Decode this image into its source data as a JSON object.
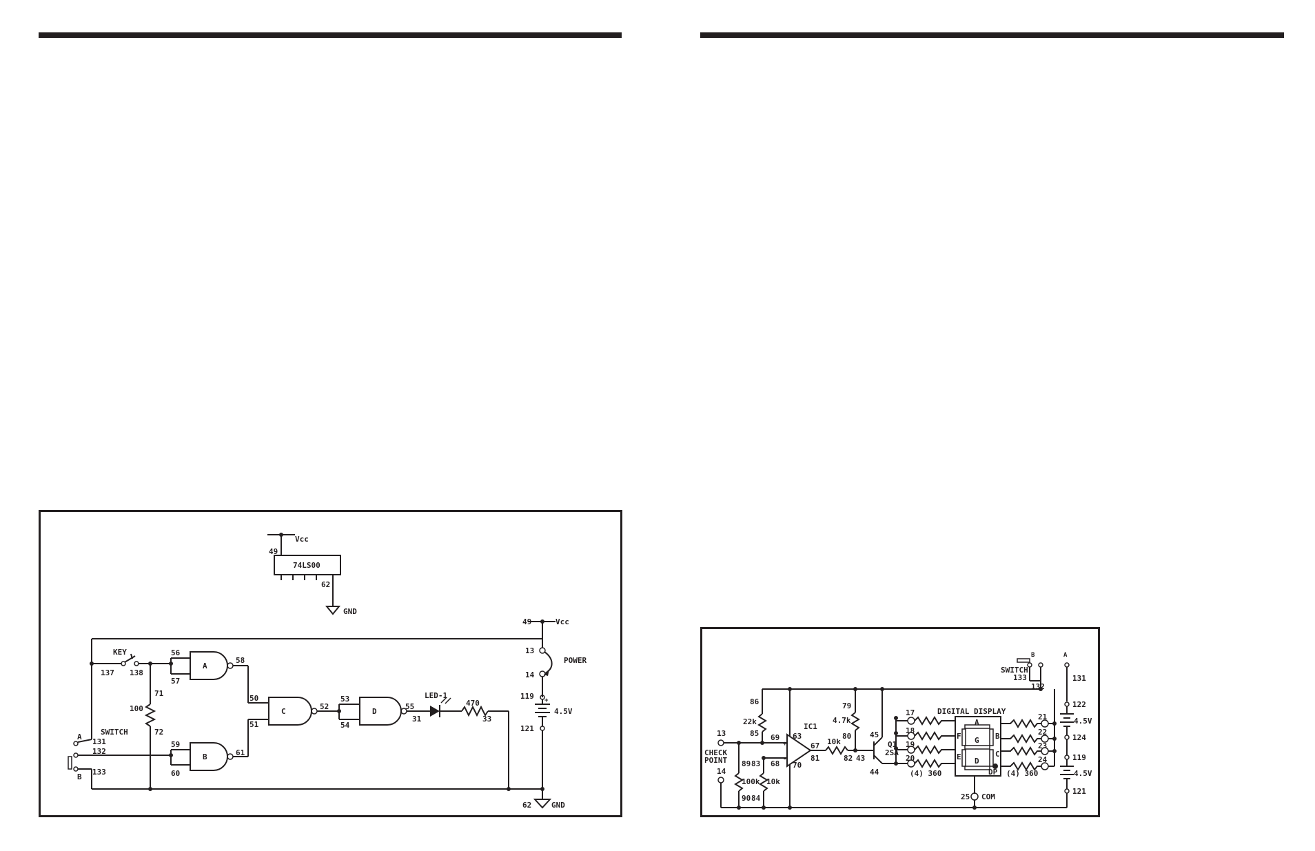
{
  "page": {
    "ink": "#231f20",
    "background": "#ffffff"
  },
  "circuit_left": {
    "chip": {
      "name": "74LS00",
      "vcc": "Vcc",
      "gnd": "GND",
      "pin_vcc": "49",
      "pin_gnd": "62"
    },
    "vcc_label": "Vcc",
    "gnd_label": "GND",
    "power_label": "POWER",
    "battery_label": "4.5V",
    "key_label": "KEY",
    "switch_label": "SWITCH",
    "switch_a": "A",
    "switch_b": "B",
    "led_label": "LED-1",
    "resistor_470": "470",
    "resistor_100": "100",
    "gates": {
      "a": "A",
      "b": "B",
      "c": "C",
      "d": "D"
    },
    "nodes": {
      "n49": "49",
      "n13": "13",
      "n14": "14",
      "n119": "119",
      "n121": "121",
      "n62": "62",
      "n137": "137",
      "n138": "138",
      "n56": "56",
      "n57": "57",
      "n58": "58",
      "n71": "71",
      "n72": "72",
      "n59": "59",
      "n60": "60",
      "n61": "61",
      "n50": "50",
      "n51": "51",
      "n52": "52",
      "n53": "53",
      "n54": "54",
      "n55": "55",
      "n31": "31",
      "n33": "33",
      "n131": "131",
      "n132": "132",
      "n133": "133"
    }
  },
  "circuit_right": {
    "switch_label": "SWITCH",
    "switch_a": "A",
    "switch_b": "B",
    "display_label": "DIGITAL DISPLAY",
    "com_label": "COM",
    "check_label_1": "CHECK",
    "check_label_2": "POINT",
    "ic_label": "IC1",
    "q_label": "Q1",
    "q_type": "2SA",
    "bat1": "4.5V",
    "bat2": "4.5V",
    "r22k": "22k",
    "r47k": "4.7k",
    "r10k_a": "10k",
    "r10k_b": "10k",
    "r100k": "100k",
    "r360_left": "(4) 360",
    "r360_right": "(4) 360",
    "seg": {
      "a": "A",
      "b": "B",
      "c": "C",
      "d": "D",
      "e": "E",
      "f": "F",
      "g": "G",
      "dp": "DP"
    },
    "nodes": {
      "n131": "131",
      "n132": "132",
      "n133": "133",
      "n122": "122",
      "n124": "124",
      "n119": "119",
      "n121": "121",
      "n86": "86",
      "n85": "85",
      "n13": "13",
      "n14": "14",
      "n89": "89",
      "n90": "90",
      "n83": "83",
      "n84": "84",
      "n69": "69",
      "n68": "68",
      "n63": "63",
      "n70": "70",
      "n67": "67",
      "n81": "81",
      "n82": "82",
      "n79": "79",
      "n80": "80",
      "n43": "43",
      "n45": "45",
      "n44": "44",
      "n17": "17",
      "n18": "18",
      "n19": "19",
      "n20": "20",
      "n21": "21",
      "n22": "22",
      "n23": "23",
      "n24": "24",
      "n25": "25"
    }
  }
}
